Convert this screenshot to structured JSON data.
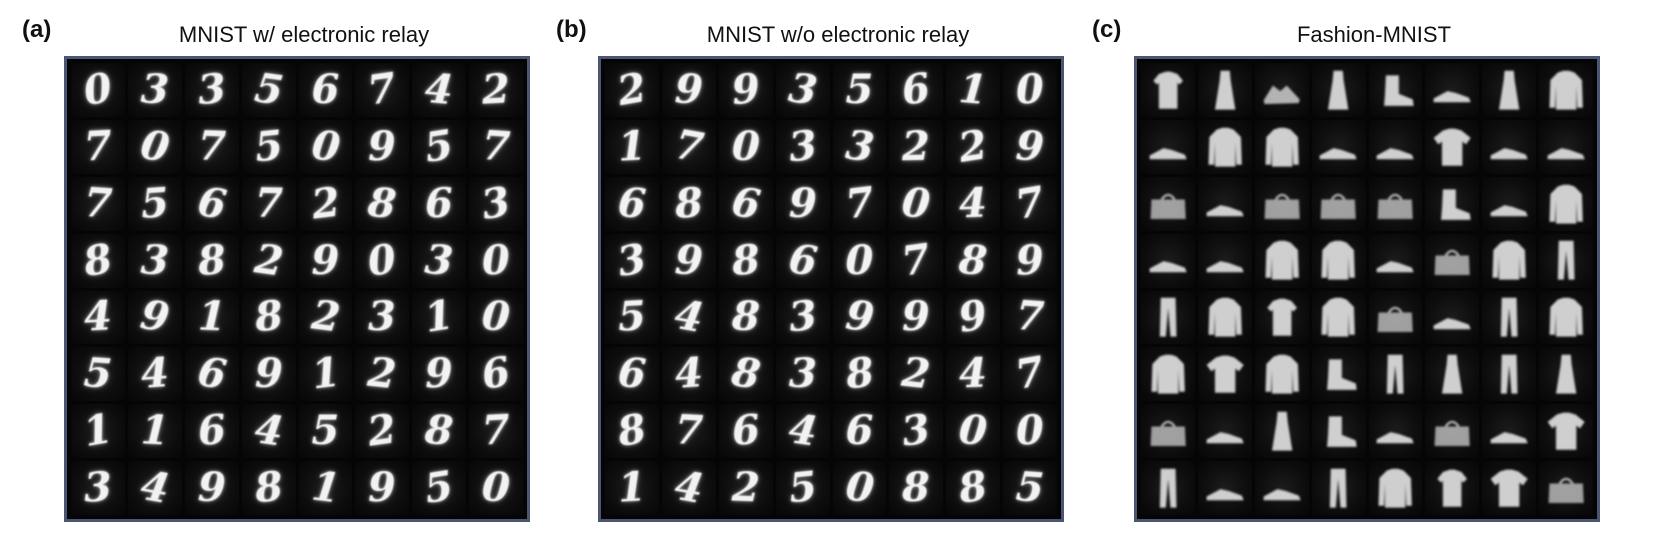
{
  "panels": [
    {
      "letter": "(a)",
      "title": "MNIST w/ electronic relay",
      "kind": "digits",
      "grid": [
        [
          "0",
          "3",
          "3",
          "5",
          "6",
          "7",
          "4",
          "2"
        ],
        [
          "7",
          "0",
          "7",
          "5",
          "0",
          "9",
          "5",
          "7"
        ],
        [
          "7",
          "5",
          "6",
          "7",
          "2",
          "8",
          "6",
          "3"
        ],
        [
          "8",
          "3",
          "8",
          "2",
          "9",
          "0",
          "3",
          "0"
        ],
        [
          "4",
          "9",
          "1",
          "8",
          "2",
          "3",
          "1",
          "0"
        ],
        [
          "5",
          "4",
          "6",
          "9",
          "1",
          "2",
          "9",
          "6"
        ],
        [
          "1",
          "1",
          "6",
          "4",
          "5",
          "2",
          "8",
          "7"
        ],
        [
          "3",
          "4",
          "9",
          "8",
          "1",
          "9",
          "5",
          "0"
        ]
      ]
    },
    {
      "letter": "(b)",
      "title": "MNIST w/o electronic relay",
      "kind": "digits",
      "grid": [
        [
          "2",
          "9",
          "9",
          "3",
          "5",
          "6",
          "1",
          "0"
        ],
        [
          "1",
          "7",
          "0",
          "3",
          "3",
          "2",
          "2",
          "9"
        ],
        [
          "6",
          "8",
          "6",
          "9",
          "7",
          "0",
          "4",
          "7"
        ],
        [
          "3",
          "9",
          "8",
          "6",
          "0",
          "7",
          "8",
          "9"
        ],
        [
          "5",
          "4",
          "8",
          "3",
          "9",
          "9",
          "9",
          "7"
        ],
        [
          "6",
          "4",
          "8",
          "3",
          "8",
          "2",
          "4",
          "7"
        ],
        [
          "8",
          "7",
          "6",
          "4",
          "6",
          "3",
          "0",
          "0"
        ],
        [
          "1",
          "4",
          "2",
          "5",
          "0",
          "8",
          "8",
          "5"
        ]
      ]
    },
    {
      "letter": "(c)",
      "title": "Fashion-MNIST",
      "kind": "fashion",
      "grid": [
        [
          "shirt-icon",
          "dress-icon",
          "sandal-icon",
          "dress-icon",
          "boot-icon",
          "sneaker-icon",
          "dress-icon",
          "pullover-icon"
        ],
        [
          "sneaker-icon",
          "pullover-icon",
          "pullover-icon",
          "sneaker-icon",
          "sneaker-icon",
          "tshirt-icon",
          "sneaker-icon",
          "sneaker-icon"
        ],
        [
          "bag-icon",
          "sneaker-icon",
          "bag-icon",
          "bag-icon",
          "bag-icon",
          "boot-icon",
          "sneaker-icon",
          "pullover-icon"
        ],
        [
          "sneaker-icon",
          "sneaker-icon",
          "pullover-icon",
          "pullover-icon",
          "sneaker-icon",
          "bag-icon",
          "pullover-icon",
          "trouser-icon"
        ],
        [
          "trouser-icon",
          "pullover-icon",
          "shirt-icon",
          "pullover-icon",
          "bag-icon",
          "sneaker-icon",
          "trouser-icon",
          "pullover-icon"
        ],
        [
          "pullover-icon",
          "tshirt-icon",
          "pullover-icon",
          "boot-icon",
          "trouser-icon",
          "dress-icon",
          "trouser-icon",
          "dress-icon"
        ],
        [
          "bag-icon",
          "sneaker-icon",
          "dress-icon",
          "boot-icon",
          "sneaker-icon",
          "bag-icon",
          "sneaker-icon",
          "tshirt-icon"
        ],
        [
          "trouser-icon",
          "sneaker-icon",
          "sneaker-icon",
          "trouser-icon",
          "pullover-icon",
          "shirt-icon",
          "tshirt-icon",
          "bag-icon"
        ]
      ]
    }
  ],
  "colors": {
    "frame": "#4a5672",
    "cell_bg": "#0d0d0d",
    "glyph": "#f2f2f2"
  }
}
